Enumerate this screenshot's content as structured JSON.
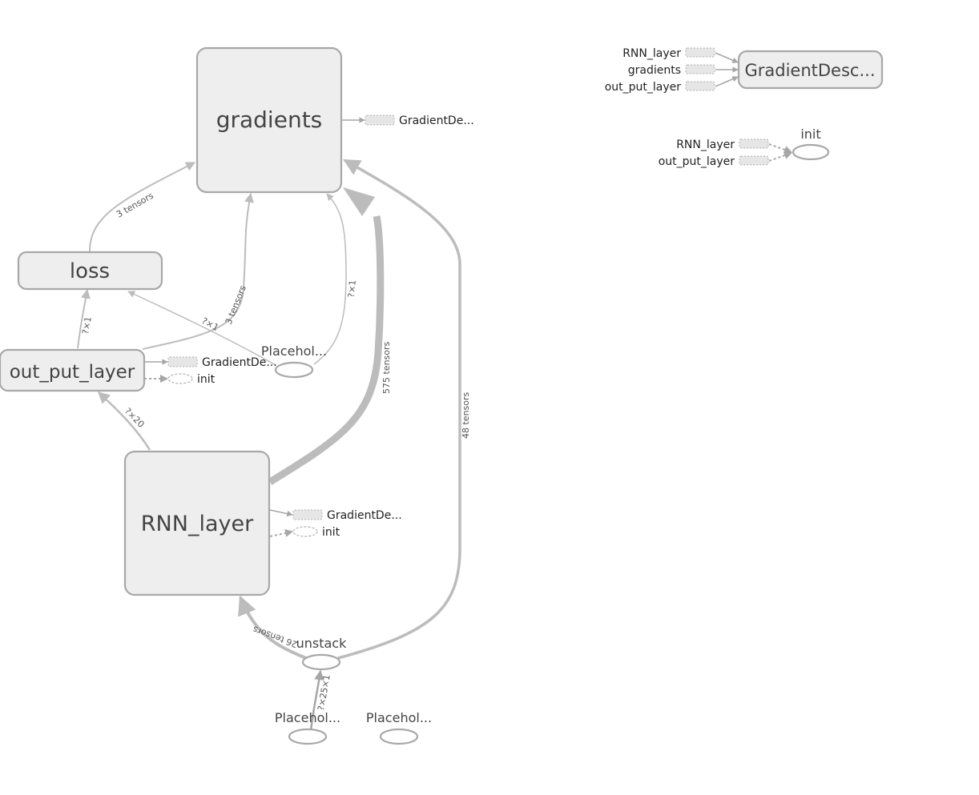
{
  "nodes": {
    "gradients": "gradients",
    "loss": "loss",
    "out_put_layer": "out_put_layer",
    "rnn_layer": "RNN_layer",
    "placeholder_top": "Placehol...",
    "unstack": "unstack",
    "placeholder_bottom_1": "Placehol...",
    "placeholder_bottom_2": "Placehol...",
    "gradient_desc_main": "GradientDesc...",
    "init_main": "init"
  },
  "stubs": {
    "gradients_out": "GradientDe...",
    "out_put_gd": "GradientDe...",
    "out_put_init": "init",
    "rnn_gd": "GradientDe...",
    "rnn_init": "init"
  },
  "right_inputs": {
    "gd_rnn": "RNN_layer",
    "gd_gradients": "gradients",
    "gd_out": "out_put_layer",
    "init_rnn": "RNN_layer",
    "init_out": "out_put_layer"
  },
  "edge_labels": {
    "loss_to_gradients": "3 tensors",
    "out_to_gradients": "3 tensors",
    "out_to_loss": "?×1",
    "placeholder_to_loss": "?×1",
    "placeholder_to_gradients": "?×1",
    "rnn_to_gradients": "575 tensors",
    "unstack_to_gradients": "48 tensors",
    "rnn_to_out": "?×20",
    "unstack_to_rnn": "26 tensors",
    "placeholder_to_unstack": "?×25×1"
  }
}
